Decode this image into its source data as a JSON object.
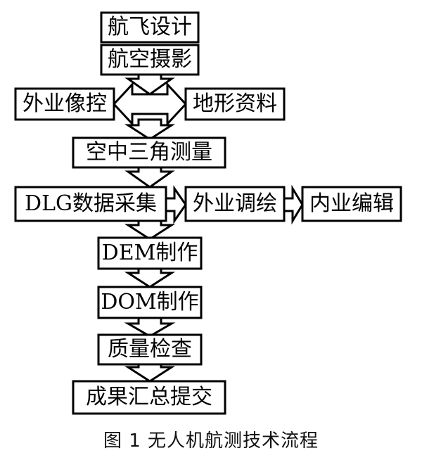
{
  "diagram": {
    "nodes": {
      "flight_design": "航飞设计",
      "aerial_photography": "航空摄影",
      "field_control": "外业像控",
      "terrain_data": "地形资料",
      "aerial_triangulation": "空中三角测量",
      "dlg_collection": "DLG数据采集",
      "field_check": "外业调绘",
      "office_edit": "内业编辑",
      "dem_production": "DEM制作",
      "dom_production": "DOM制作",
      "quality_check": "质量检查",
      "results_submit": "成果汇总提交"
    },
    "caption": "图 1  无人机航测技术流程"
  }
}
